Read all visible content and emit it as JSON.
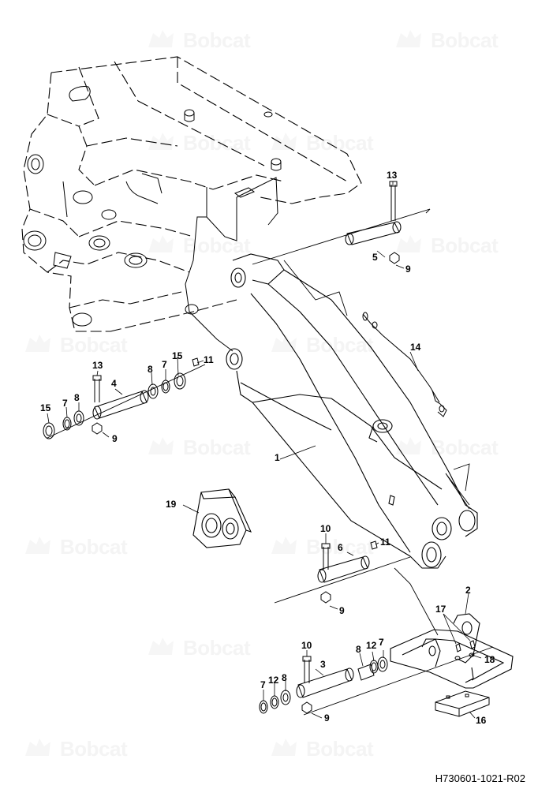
{
  "watermark": {
    "text": "Bobcat"
  },
  "doc_id": "H730601-1021-R02",
  "callouts": [
    {
      "id": "c13a",
      "text": "13"
    },
    {
      "id": "c5",
      "text": "5"
    },
    {
      "id": "c9a",
      "text": "9"
    },
    {
      "id": "c14",
      "text": "14"
    },
    {
      "id": "c11a",
      "text": "11"
    },
    {
      "id": "c15a",
      "text": "15"
    },
    {
      "id": "c7a",
      "text": "7"
    },
    {
      "id": "c8a",
      "text": "8"
    },
    {
      "id": "c4",
      "text": "4"
    },
    {
      "id": "c13b",
      "text": "13"
    },
    {
      "id": "c15b",
      "text": "15"
    },
    {
      "id": "c7b",
      "text": "7"
    },
    {
      "id": "c8b",
      "text": "8"
    },
    {
      "id": "c9b",
      "text": "9"
    },
    {
      "id": "c1",
      "text": "1"
    },
    {
      "id": "c19",
      "text": "19"
    },
    {
      "id": "c10a",
      "text": "10"
    },
    {
      "id": "c6",
      "text": "6"
    },
    {
      "id": "c11b",
      "text": "11"
    },
    {
      "id": "c9c",
      "text": "9"
    },
    {
      "id": "c2",
      "text": "2"
    },
    {
      "id": "c17",
      "text": "17"
    },
    {
      "id": "c18",
      "text": "18"
    },
    {
      "id": "c10b",
      "text": "10"
    },
    {
      "id": "c8c",
      "text": "8"
    },
    {
      "id": "c12a",
      "text": "12"
    },
    {
      "id": "c7c",
      "text": "7"
    },
    {
      "id": "c3",
      "text": "3"
    },
    {
      "id": "c7d",
      "text": "7"
    },
    {
      "id": "c12b",
      "text": "12"
    },
    {
      "id": "c8d",
      "text": "8"
    },
    {
      "id": "c9d",
      "text": "9"
    },
    {
      "id": "c16",
      "text": "16"
    }
  ]
}
